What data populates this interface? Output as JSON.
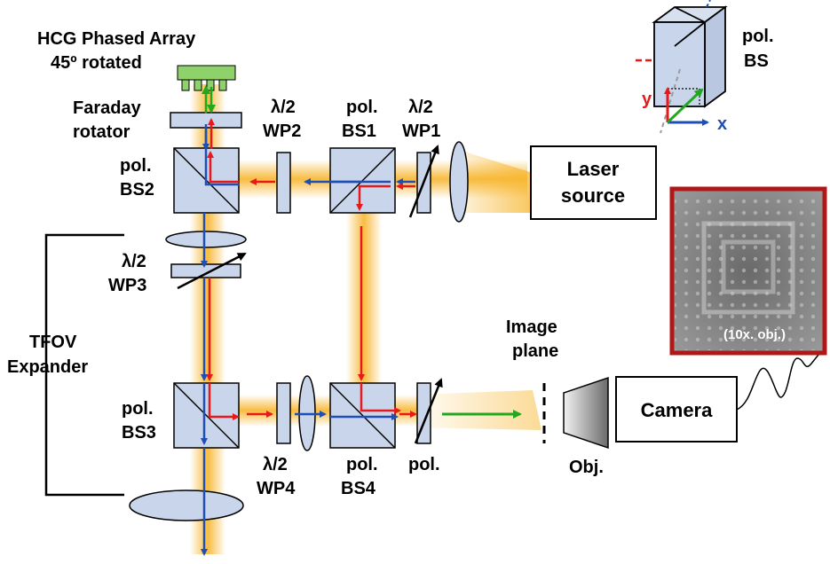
{
  "labels": {
    "hcg_line1": "HCG Phased Array",
    "hcg_line2": "45º rotated",
    "faraday_line1": "Faraday",
    "faraday_line2": "rotator",
    "bs2_line1": "pol.",
    "bs2_line2": "BS2",
    "wp2_line1": "λ/2",
    "wp2_line2": "WP2",
    "bs1_line1": "pol.",
    "bs1_line2": "BS1",
    "wp1_line1": "λ/2",
    "wp1_line2": "WP1",
    "laser_line1": "Laser",
    "laser_line2": "source",
    "wp3_line1": "λ/2",
    "wp3_line2": "WP3",
    "tfov_line1": "TFOV",
    "tfov_line2": "Expander",
    "bs3_line1": "pol.",
    "bs3_line2": "BS3",
    "wp4_line1": "λ/2",
    "wp4_line2": "WP4",
    "bs4_line1": "pol.",
    "bs4_line2": "BS4",
    "pol": "pol.",
    "image_plane_line1": "Image",
    "image_plane_line2": "plane",
    "objective": "Obj.",
    "camera": "Camera",
    "inset_caption": "(10x. obj.)",
    "polbs_line1": "pol.",
    "polbs_line2": "BS",
    "axis_x": "x",
    "axis_y": "y"
  },
  "colors": {
    "red_beam": "#e8191a",
    "blue_beam": "#1f4fb5",
    "green_beam": "#21a81f",
    "glow": "#f7b52c",
    "component_fill": "#c9d5ea",
    "inset_border": "#b01818"
  }
}
